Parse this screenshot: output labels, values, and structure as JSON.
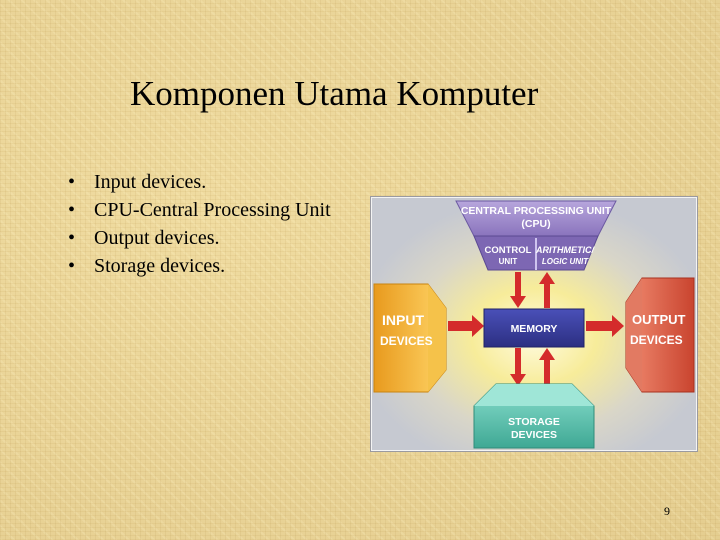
{
  "slide": {
    "title": "Komponen Utama Komputer",
    "bullets": [
      {
        "marker": "•",
        "text": "Input devices."
      },
      {
        "marker": "•",
        "text": "CPU-Central Processing Unit"
      },
      {
        "marker": "•",
        "text": "Output devices."
      },
      {
        "marker": "•",
        "text": "Storage devices."
      }
    ],
    "page_number": "9"
  },
  "diagram": {
    "cpu_line1": "CENTRAL PROCESSING UNIT",
    "cpu_line2": "(CPU)",
    "control_line1": "CONTROL",
    "control_line2": "UNIT",
    "alu_line1": "ARITHMETIC/",
    "alu_line2": "LOGIC UNIT",
    "memory": "MEMORY",
    "input_line1": "INPUT",
    "input_line2": "DEVICES",
    "output_line1": "OUTPUT",
    "output_line2": "DEVICES",
    "storage_line1": "STORAGE",
    "storage_line2": "DEVICES",
    "colors": {
      "cpu": "#9b86c9",
      "memory": "#3b3f9e",
      "input": "#f2b83a",
      "output": "#e0614a",
      "storage": "#5cbfae",
      "arrows": "#d42b2b",
      "glow": "#fff6b0"
    }
  }
}
